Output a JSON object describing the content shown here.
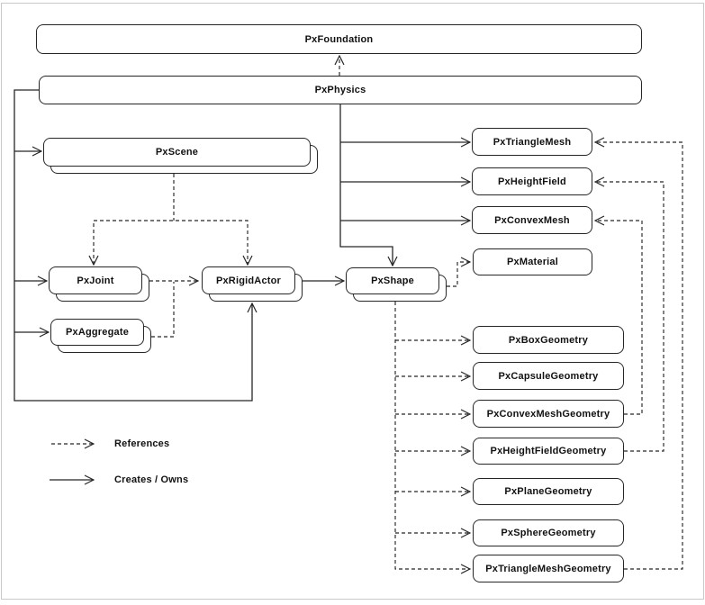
{
  "diagram": {
    "nodes": {
      "pxfoundation": {
        "label": "PxFoundation",
        "stacked": false
      },
      "pxphysics": {
        "label": "PxPhysics",
        "stacked": false
      },
      "pxscene": {
        "label": "PxScene",
        "stacked": true
      },
      "pxjoint": {
        "label": "PxJoint",
        "stacked": true
      },
      "pxaggregate": {
        "label": "PxAggregate",
        "stacked": true
      },
      "pxrigidactor": {
        "label": "PxRigidActor",
        "stacked": true
      },
      "pxshape": {
        "label": "PxShape",
        "stacked": true
      },
      "pxtrianglemesh": {
        "label": "PxTriangleMesh",
        "stacked": false
      },
      "pxheightfield": {
        "label": "PxHeightField",
        "stacked": false
      },
      "pxconvexmesh": {
        "label": "PxConvexMesh",
        "stacked": false
      },
      "pxmaterial": {
        "label": "PxMaterial",
        "stacked": false
      },
      "pxboxgeometry": {
        "label": "PxBoxGeometry",
        "stacked": false
      },
      "pxcapsulegeometry": {
        "label": "PxCapsuleGeometry",
        "stacked": false
      },
      "pxconvexmeshgeometry": {
        "label": "PxConvexMeshGeometry",
        "stacked": false
      },
      "pxheightfieldgeometry": {
        "label": "PxHeightFieldGeometry",
        "stacked": false
      },
      "pxplanegeometry": {
        "label": "PxPlaneGeometry",
        "stacked": false
      },
      "pxspheregeometry": {
        "label": "PxSphereGeometry",
        "stacked": false
      },
      "pxtrianglemeshgeometry": {
        "label": "PxTriangleMeshGeometry",
        "stacked": false
      }
    },
    "relationships": {
      "creates_owns": [
        {
          "from": "PxPhysics",
          "to": "PxScene"
        },
        {
          "from": "PxPhysics",
          "to": "PxJoint"
        },
        {
          "from": "PxPhysics",
          "to": "PxAggregate"
        },
        {
          "from": "PxPhysics",
          "to": "PxRigidActor"
        },
        {
          "from": "PxPhysics",
          "to": "PxShape"
        },
        {
          "from": "PxPhysics",
          "to": "PxTriangleMesh"
        },
        {
          "from": "PxPhysics",
          "to": "PxHeightField"
        },
        {
          "from": "PxPhysics",
          "to": "PxConvexMesh"
        },
        {
          "from": "PxRigidActor",
          "to": "PxShape"
        }
      ],
      "references": [
        {
          "from": "PxPhysics",
          "to": "PxFoundation"
        },
        {
          "from": "PxScene",
          "to": "PxJoint"
        },
        {
          "from": "PxScene",
          "to": "PxRigidActor"
        },
        {
          "from": "PxJoint",
          "to": "PxRigidActor"
        },
        {
          "from": "PxAggregate",
          "to": "PxRigidActor"
        },
        {
          "from": "PxShape",
          "to": "PxMaterial"
        },
        {
          "from": "PxShape",
          "to": "PxBoxGeometry"
        },
        {
          "from": "PxShape",
          "to": "PxCapsuleGeometry"
        },
        {
          "from": "PxShape",
          "to": "PxConvexMeshGeometry"
        },
        {
          "from": "PxShape",
          "to": "PxHeightFieldGeometry"
        },
        {
          "from": "PxShape",
          "to": "PxPlaneGeometry"
        },
        {
          "from": "PxShape",
          "to": "PxSphereGeometry"
        },
        {
          "from": "PxShape",
          "to": "PxTriangleMeshGeometry"
        },
        {
          "from": "PxConvexMeshGeometry",
          "to": "PxConvexMesh"
        },
        {
          "from": "PxHeightFieldGeometry",
          "to": "PxHeightField"
        },
        {
          "from": "PxTriangleMeshGeometry",
          "to": "PxTriangleMesh"
        }
      ]
    },
    "legend": {
      "references": "References",
      "creates_owns": "Creates / Owns"
    },
    "colors": {
      "line": "#262626",
      "box_border": "#262626",
      "box_fill": "#ffffff",
      "frame_border": "#c9c9c9",
      "background": "#ffffff"
    }
  }
}
